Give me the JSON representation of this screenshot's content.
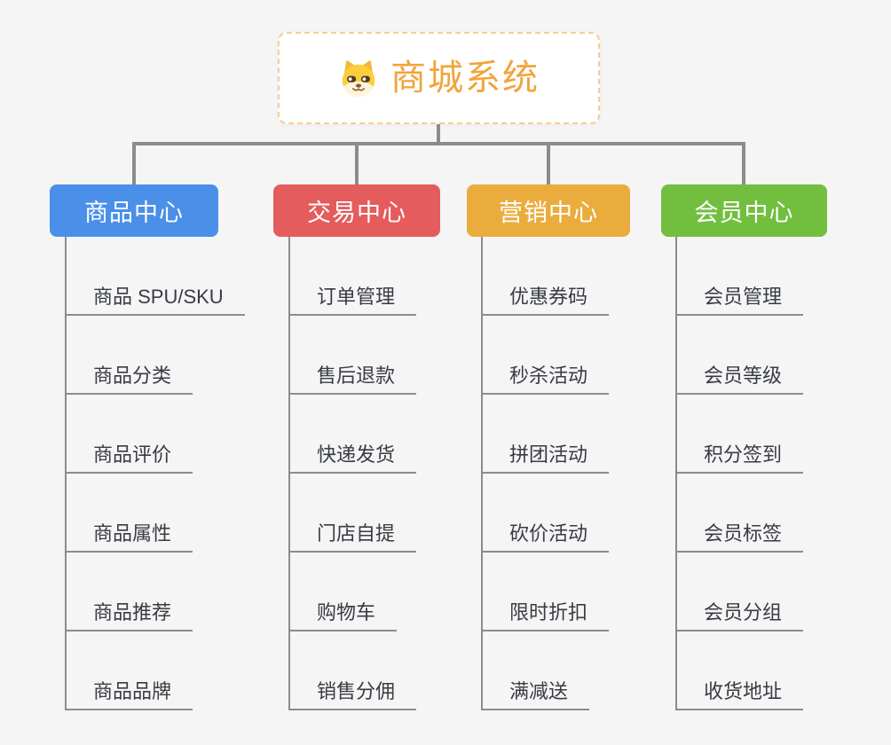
{
  "root": {
    "title": "商城系统",
    "accent_color": "#f1a43c",
    "border_color": "#f6ce8e",
    "icon": "dog-face-icon"
  },
  "connector_color": "#8c8c8c",
  "branches": [
    {
      "label": "商品中心",
      "color": "#4a90e8",
      "items": [
        "商品 SPU/SKU",
        "商品分类",
        "商品评价",
        "商品属性",
        "商品推荐",
        "商品品牌"
      ]
    },
    {
      "label": "交易中心",
      "color": "#e45c5c",
      "items": [
        "订单管理",
        "售后退款",
        "快递发货",
        "门店自提",
        "购物车",
        "销售分佣"
      ]
    },
    {
      "label": "营销中心",
      "color": "#ebac3e",
      "items": [
        "优惠券码",
        "秒杀活动",
        "拼团活动",
        "砍价活动",
        "限时折扣",
        "满减送"
      ]
    },
    {
      "label": "会员中心",
      "color": "#72bf3f",
      "items": [
        "会员管理",
        "会员等级",
        "积分签到",
        "会员标签",
        "会员分组",
        "收货地址"
      ]
    }
  ]
}
